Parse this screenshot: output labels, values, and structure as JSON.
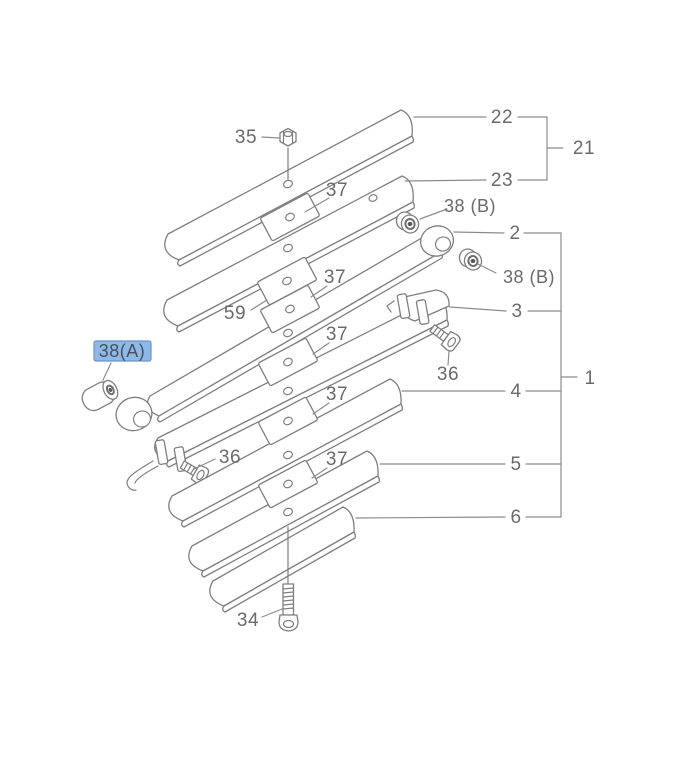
{
  "diagram": {
    "type": "exploded-parts-diagram",
    "background": "#ffffff"
  },
  "callouts": {
    "c1": "1",
    "c2": "2",
    "c3": "3",
    "c4": "4",
    "c5": "5",
    "c6": "6",
    "c21": "21",
    "c22": "22",
    "c23": "23",
    "c34": "34",
    "c35": "35",
    "c36": "36",
    "c37": "37",
    "c38a": "38(A)",
    "c38b": "38 (B)",
    "c59": "59"
  },
  "highlight": {
    "selected_callout": "38(A)",
    "background_color": "#8fb8e6",
    "border_color": "#6a95c6",
    "text_color": "#46505a"
  },
  "colors": {
    "line": "#8c8c8c",
    "outline": "#7f7f7f",
    "label_text": "#6a6a6a",
    "background": "#ffffff"
  }
}
